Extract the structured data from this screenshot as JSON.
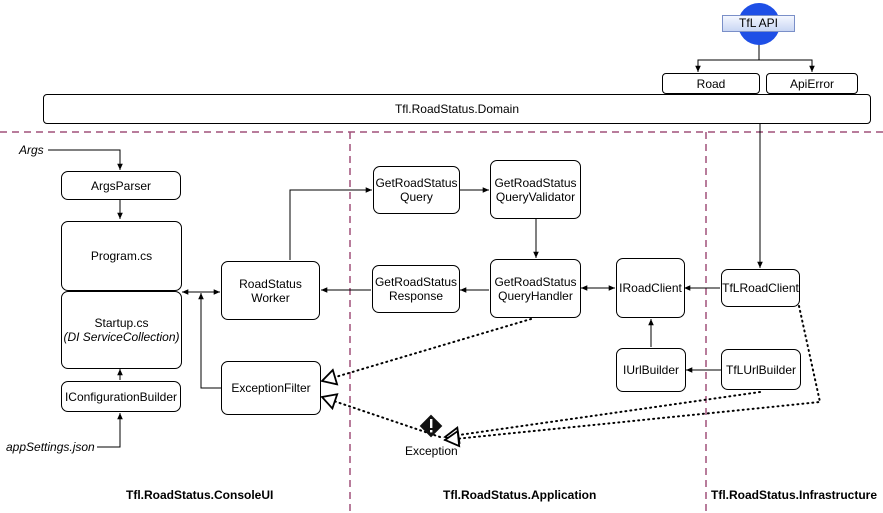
{
  "api": {
    "label": "TfL API"
  },
  "domain": {
    "road": "Road",
    "api_error": "ApiError",
    "title": "Tfl.RoadStatus.Domain"
  },
  "console": {
    "args": "Args",
    "args_parser": "ArgsParser",
    "program": "Program.cs",
    "startup_line1": "Startup.cs",
    "startup_line2": "(DI ServiceCollection)",
    "config_builder": "IConfigurationBuilder",
    "app_settings": "appSettings.json",
    "road_status_worker": "RoadStatus\nWorker",
    "exception_filter": "ExceptionFilter",
    "layer_label": "Tfl.RoadStatus.ConsoleUI"
  },
  "application": {
    "query": "GetRoadStatus\nQuery",
    "query_validator": "GetRoadStatus\nQueryValidator",
    "response": "GetRoadStatus\nResponse",
    "query_handler": "GetRoadStatus\nQueryHandler",
    "iroad_client": "IRoadClient",
    "iurl_builder": "IUrlBuilder",
    "exception": "Exception",
    "layer_label": "Tfl.RoadStatus.Application"
  },
  "infrastructure": {
    "tfl_road_client": "TfLRoadClient",
    "tfl_url_builder": "TfLUrlBuilder",
    "layer_label": "Tfl.RoadStatus.Infrastructure"
  },
  "colors": {
    "separator": "#a0507a",
    "api_circle": "#1e4fe6",
    "warning": "#111111"
  }
}
